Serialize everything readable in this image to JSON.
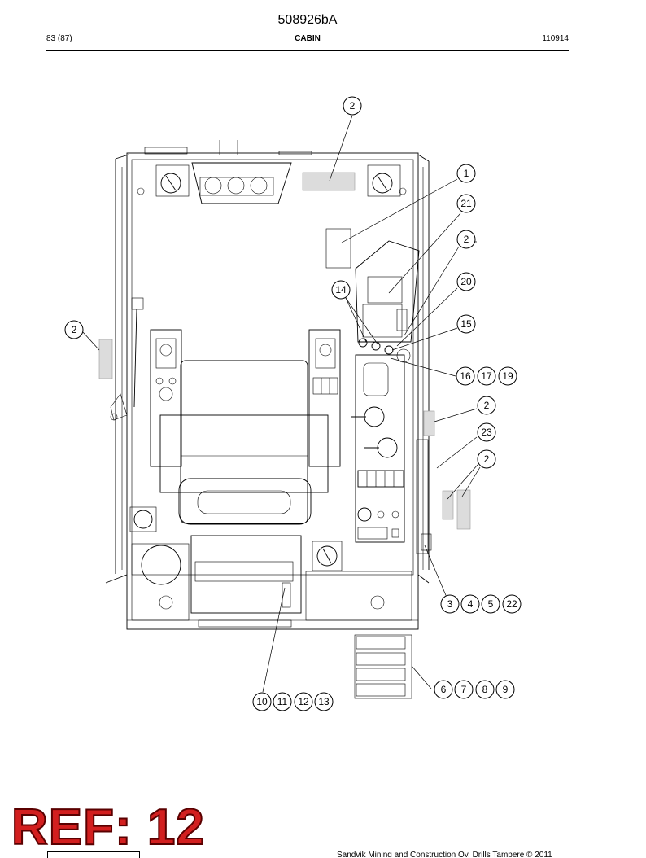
{
  "header": {
    "doc_number": "508926bA",
    "page": "83 (87)",
    "section": "CABIN",
    "date_code": "110914"
  },
  "callouts": [
    "2",
    "1",
    "21",
    "2",
    "20",
    "14",
    "15",
    "2",
    "16",
    "17",
    "19",
    "2",
    "23",
    "2",
    "3",
    "4",
    "5",
    "22",
    "6",
    "7",
    "8",
    "9",
    "10",
    "11",
    "12",
    "13"
  ],
  "stamp": {
    "text": "REF: 12",
    "color": "#d21f1f"
  },
  "footer": {
    "text": "Sandvik Mining and Construction Oy, Drills Tampere © 2011"
  }
}
